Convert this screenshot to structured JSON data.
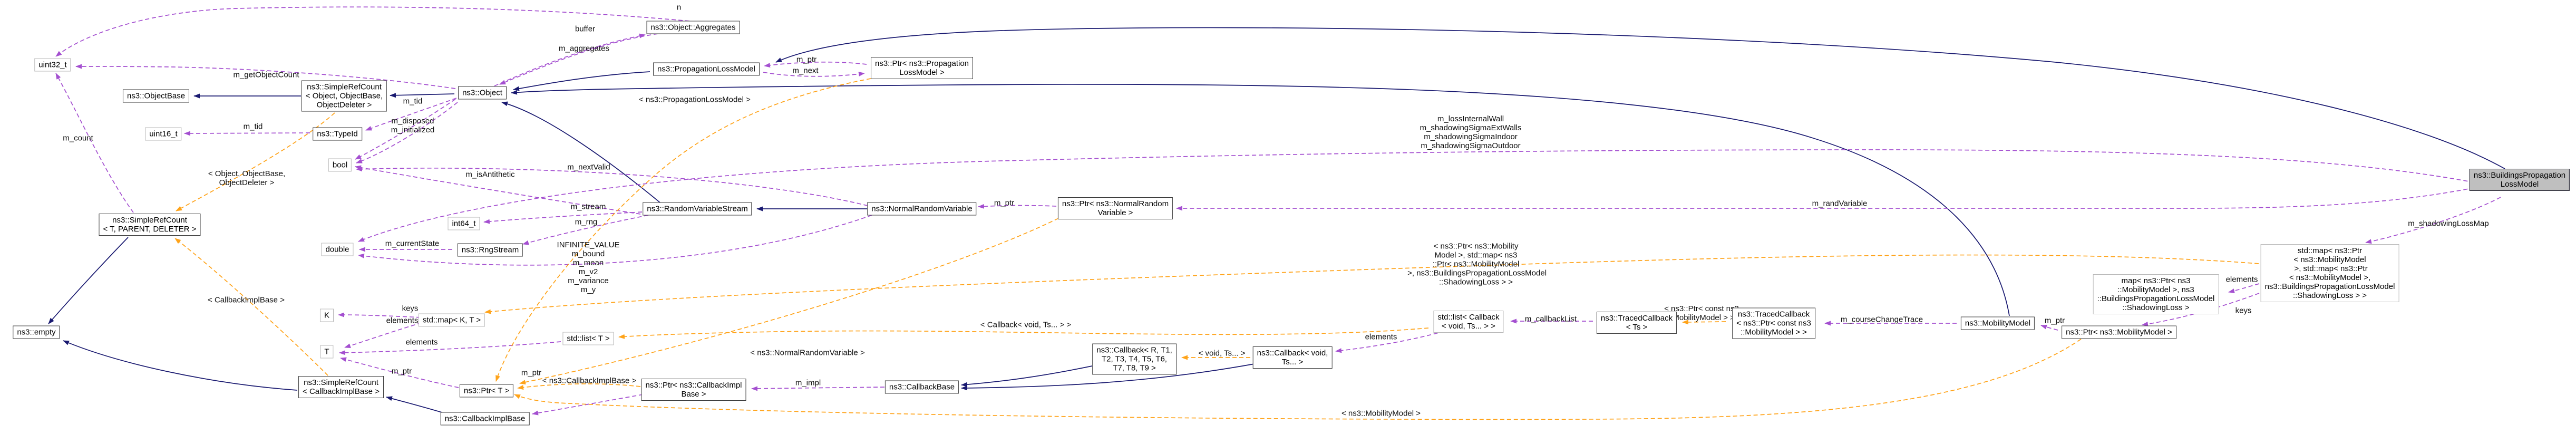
{
  "diagram_colors": {
    "inheritance_edge": "#191970",
    "member_edge": "#a44fd0",
    "template_edge": "#ffa319",
    "highlighted_node_fill": "#bfbfbf"
  },
  "nodes": {
    "uint32": {
      "label": "uint32_t"
    },
    "objectbase": {
      "label": "ns3::ObjectBase"
    },
    "uint16": {
      "label": "uint16_t"
    },
    "src_object": {
      "label": "ns3::SimpleRefCount\n< Object, ObjectBase,\nObjectDeleter >"
    },
    "typeid": {
      "label": "ns3::TypeId"
    },
    "bool": {
      "label": "bool"
    },
    "object": {
      "label": "ns3::Object"
    },
    "aggregates": {
      "label": "ns3::Object::Aggregates"
    },
    "plm": {
      "label": "ns3::PropagationLossModel"
    },
    "ptr_plm": {
      "label": "ns3::Ptr< ns3::Propagation\nLossModel >"
    },
    "src_tpd": {
      "label": "ns3::SimpleRefCount\n< T, PARENT, DELETER >"
    },
    "double": {
      "label": "double"
    },
    "int64": {
      "label": "int64_t"
    },
    "rngstream": {
      "label": "ns3::RngStream"
    },
    "rvs": {
      "label": "ns3::RandomVariableStream"
    },
    "nrv": {
      "label": "ns3::NormalRandomVariable"
    },
    "ptr_nrv": {
      "label": "ns3::Ptr< ns3::NormalRandom\nVariable >"
    },
    "empty": {
      "label": "ns3::empty"
    },
    "k": {
      "label": "K"
    },
    "t": {
      "label": "T"
    },
    "map_kt": {
      "label": "std::map< K, T >"
    },
    "list_t": {
      "label": "std::list< T >"
    },
    "src_cib": {
      "label": "ns3::SimpleRefCount\n< CallbackImplBase >"
    },
    "ptr_t": {
      "label": "ns3::Ptr< T >"
    },
    "cib": {
      "label": "ns3::CallbackImplBase"
    },
    "ptr_cib": {
      "label": "ns3::Ptr< ns3::CallbackImpl\nBase >"
    },
    "callbackbase": {
      "label": "ns3::CallbackBase"
    },
    "callback_r": {
      "label": "ns3::Callback< R, T1,\nT2, T3, T4, T5, T6,\nT7, T8, T9 >"
    },
    "callback_void": {
      "label": "ns3::Callback< void,\nTs... >"
    },
    "list_callback": {
      "label": "std::list< Callback\n< void, Ts... > >"
    },
    "tc_ts": {
      "label": "ns3::TracedCallback\n< Ts >"
    },
    "tc_ptrmm": {
      "label": "ns3::TracedCallback\n< ns3::Ptr< const ns3\n::MobilityModel > >"
    },
    "mobilitymodel": {
      "label": "ns3::MobilityModel"
    },
    "ptr_mm": {
      "label": "ns3::Ptr< ns3::MobilityModel >"
    },
    "map_mm": {
      "label": "map< ns3::Ptr< ns3\n::MobilityModel >, ns3\n::BuildingsPropagationLossModel\n::ShadowingLoss >"
    },
    "map_big": {
      "label": "std::map< ns3::Ptr\n< ns3::MobilityModel\n >, std::map< ns3::Ptr\n< ns3::MobilityModel >,\nns3::BuildingsPropagationLossModel\n::ShadowingLoss > >"
    },
    "bplm": {
      "label": "ns3::BuildingsPropagation\nLossModel"
    }
  },
  "edge_labels": {
    "n": {
      "text": "n"
    },
    "buffer": {
      "text": "buffer"
    },
    "m_aggregates": {
      "text": "m_aggregates"
    },
    "m_getObjectCount": {
      "text": "m_getObjectCount"
    },
    "m_count": {
      "text": "m_count"
    },
    "m_tid_obj": {
      "text": "m_tid"
    },
    "m_tid_typeid": {
      "text": "m_tid"
    },
    "tmpl_src_obj": {
      "text": "< Object, ObjectBase,\nObjectDeleter >"
    },
    "m_disposed": {
      "text": "m_disposed\nm_initialized"
    },
    "m_isAntithetic": {
      "text": "m_isAntithetic"
    },
    "m_nextValid": {
      "text": "m_nextValid"
    },
    "m_stream": {
      "text": "m_stream"
    },
    "m_rng": {
      "text": "m_rng"
    },
    "m_currentState": {
      "text": "m_currentState"
    },
    "nrv_members": {
      "text": "INFINITE_VALUE\nm_bound\nm_mean\nm_v2\nm_variance\nm_y"
    },
    "keys_kt": {
      "text": "keys"
    },
    "elements_kt": {
      "text": "elements"
    },
    "elements_list": {
      "text": "elements"
    },
    "m_ptr_t": {
      "text": "m_ptr"
    },
    "m_ptr_cib": {
      "text": "m_ptr"
    },
    "tmpl_ptr_cib": {
      "text": "< ns3::CallbackImplBase >"
    },
    "tmpl_src_cib": {
      "text": "< CallbackImplBase >"
    },
    "m_impl": {
      "text": "m_impl"
    },
    "tmpl_plm": {
      "text": "< ns3::PropagationLossModel >"
    },
    "m_ptr_plm": {
      "text": "m_ptr"
    },
    "m_next": {
      "text": "m_next"
    },
    "m_ptr_nrv": {
      "text": "m_ptr"
    },
    "tmpl_nrv": {
      "text": "< ns3::NormalRandomVariable >"
    },
    "tmpl_callback_void": {
      "text": "< void, Ts... >"
    },
    "elements_cb": {
      "text": "elements"
    },
    "tmpl_list_callback": {
      "text": "< Callback< void, Ts... > >"
    },
    "m_callbackList": {
      "text": "m_callbackList"
    },
    "tmpl_tc": {
      "text": "< ns3::Ptr< const ns3\n::MobilityModel > >"
    },
    "m_courseChangeTrace": {
      "text": "m_courseChangeTrace"
    },
    "m_ptr_mm": {
      "text": "m_ptr"
    },
    "tmpl_ptr_mm": {
      "text": "< ns3::MobilityModel >"
    },
    "bplm_members": {
      "text": "m_lossInternalWall\nm_shadowingSigmaExtWalls\nm_shadowingSigmaIndoor\nm_shadowingSigmaOutdoor"
    },
    "m_randVariable": {
      "text": "m_randVariable"
    },
    "elements_map": {
      "text": "elements"
    },
    "keys_map": {
      "text": "keys"
    },
    "m_shadowingLossMap": {
      "text": "m_shadowingLossMap"
    },
    "tmpl_map_big": {
      "text": "< ns3::Ptr< ns3::Mobility\nModel >, std::map< ns3\n::Ptr< ns3::MobilityModel\n >, ns3::BuildingsPropagationLossModel\n::ShadowingLoss > >"
    }
  }
}
